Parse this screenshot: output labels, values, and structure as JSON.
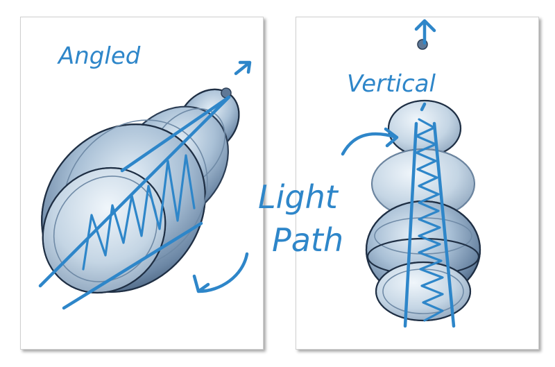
{
  "panels": {
    "left": {
      "label": "Angled"
    },
    "right": {
      "label": "Vertical"
    }
  },
  "center_label": {
    "line1": "Light",
    "line2": "Path"
  },
  "colors": {
    "ink": "#2e86c9",
    "glass_dark": "#4b6583",
    "glass_light": "#c8d8e6",
    "panel_border": "#cfcfcf"
  }
}
